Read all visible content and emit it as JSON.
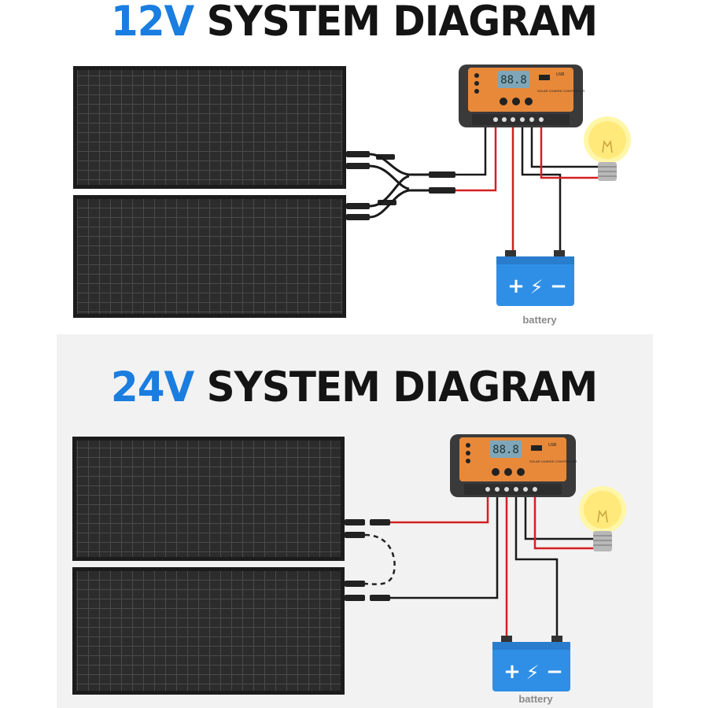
{
  "diagrams": [
    {
      "title_accent": "12V",
      "title_main": "SYSTEM DIAGRAM",
      "battery_label": "battery",
      "battery_symbols": [
        "+",
        "⚡",
        "−"
      ],
      "controller_text": "SOLAR CHARGE CONTROLLER",
      "controller_display": "88.8",
      "usb_label": "USB"
    },
    {
      "title_accent": "24V",
      "title_main": "SYSTEM DIAGRAM",
      "battery_label": "battery",
      "battery_symbols": [
        "+",
        "⚡",
        "−"
      ],
      "controller_text": "SOLAR CHARGE CONTROLLER",
      "controller_display": "88.8",
      "usb_label": "USB"
    }
  ],
  "colors": {
    "accent": "#1a7de0",
    "panel": "#2a2a2a",
    "controller_orange": "#e8893a",
    "wire_red": "#d42020",
    "wire_black": "#1a1a1a",
    "battery_blue": "#2f8fe6",
    "bulb_yellow": "#ffe97a"
  },
  "icons": [
    "solar-panel-icon",
    "charge-controller-icon",
    "light-bulb-icon",
    "battery-icon"
  ]
}
